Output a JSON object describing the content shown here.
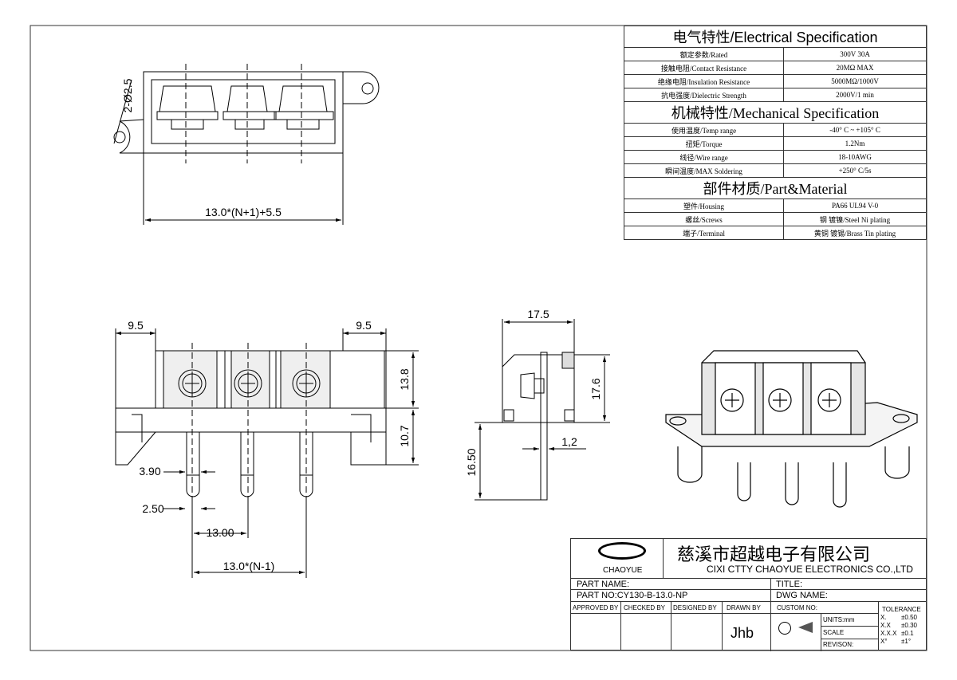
{
  "spec": {
    "electrical_title": "电气特性/Electrical Specification",
    "electrical_rows": [
      {
        "label": "额定参数/Rated",
        "value": "300V  30A"
      },
      {
        "label": "接触电阻/Contact Resistance",
        "value": "20MΩ MAX"
      },
      {
        "label": "绝缘电阻/Insulation Resistance",
        "value": "5000MΩ/1000V"
      },
      {
        "label": "抗电强度/Dielectric Strength",
        "value": "2000V/1 min"
      }
    ],
    "mechanical_title": "机械特性/Mechanical Specification",
    "mechanical_rows": [
      {
        "label": "使用温度/Temp range",
        "value": "-40° C ~ +105° C"
      },
      {
        "label": "扭矩/Torque",
        "value": "1.2Nm"
      },
      {
        "label": "线径/Wire range",
        "value": "18-10AWG"
      },
      {
        "label": "瞬间温度/MAX Soldering",
        "value": "+250° C/5s"
      }
    ],
    "material_title": "部件材质/Part&Material",
    "material_rows": [
      {
        "label": "塑件/Housing",
        "value": "PA66 UL94 V-0"
      },
      {
        "label": "螺丝/Screws",
        "value": "钢 镀镍/Steel Ni plating"
      },
      {
        "label": "端子/Terminal",
        "value": "黄铜 镀锡/Brass Tin  plating"
      }
    ]
  },
  "dims": {
    "hole": "2-Ø2.5",
    "overall_width": "13.0*(N+1)+5.5",
    "left_ext": "9.5",
    "right_ext": "9.5",
    "height_top": "13.8",
    "height_bottom": "10.7",
    "pin_width": "3.90",
    "pin_tip": "2.50",
    "pitch": "13.00",
    "pitch_total": "13.0*(N-1)",
    "side_depth": "17.5",
    "side_height": "17.6",
    "pin_len": "16.50",
    "pin_thick": "1,2"
  },
  "title_block": {
    "logo_text": "CHAOYUE",
    "company_cn": "慈溪市超越电子有限公司",
    "company_en": "CIXI CTTY CHAOYUE ELECTRONICS CO.,LTD",
    "part_name": "PART NAME:",
    "title": "TITLE:",
    "part_no": "PART NO:CY130-B-13.0-NP",
    "dwg_name": "DWG NAME:",
    "approved_by": "APPROVED BY",
    "checked_by": "CHECKED BY",
    "designed_by": "DESIGNED BY",
    "drawn_by": "DRAWN BY",
    "drawn_by_value": "Jhb",
    "custom_no": "CUSTOM NO:",
    "units": "UNITS:mm",
    "scale": "SCALE",
    "revison": "REVISON:",
    "tolerance_title": "TOLERANCE",
    "tolerance": [
      {
        "k": "X.",
        "v": "±0.50"
      },
      {
        "k": "X.X",
        "v": "±0.30"
      },
      {
        "k": "X.X.X",
        "v": "±0.1"
      },
      {
        "k": "X°",
        "v": "±1°"
      }
    ]
  }
}
